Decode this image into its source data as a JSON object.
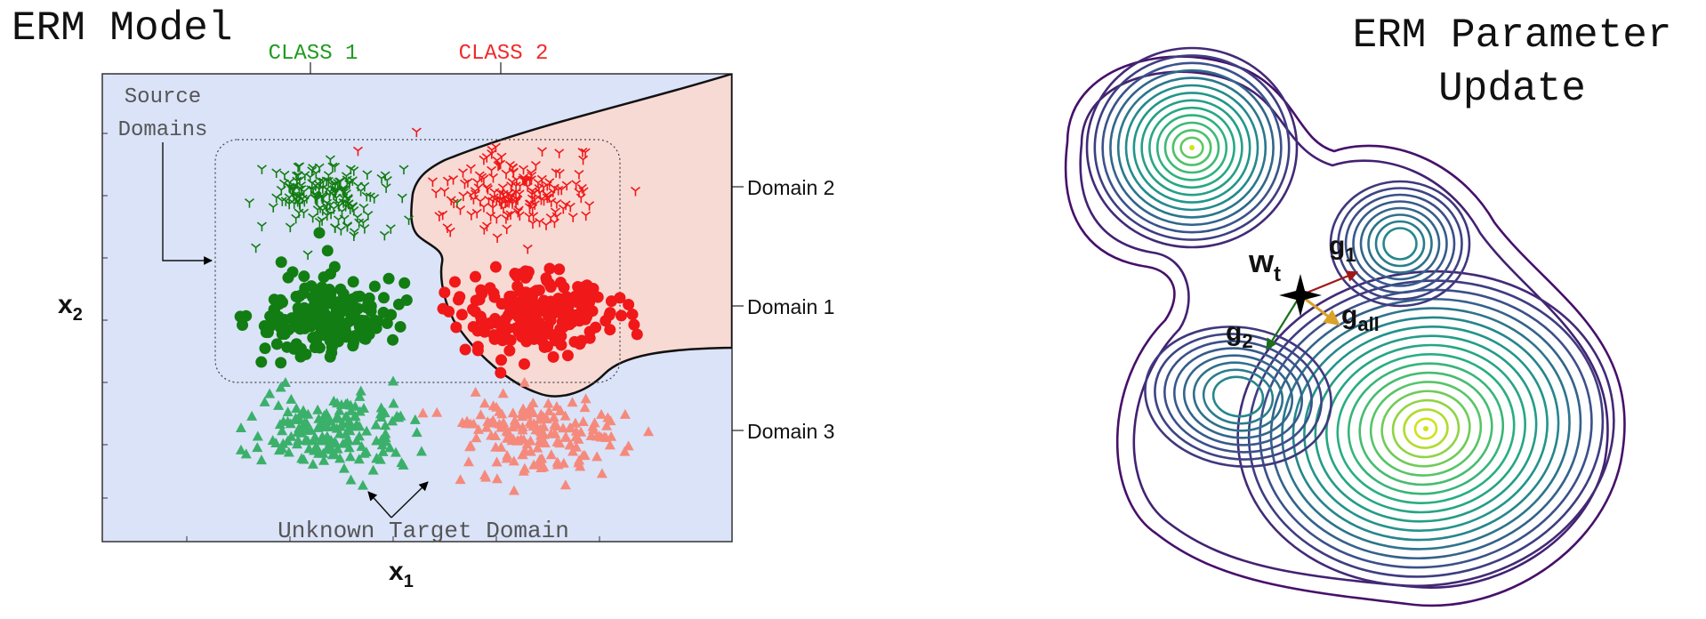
{
  "left_panel": {
    "title": "ERM Model",
    "class1_label": "CLASS 1",
    "class2_label": "CLASS 2",
    "source_domains_line1": "Source",
    "source_domains_line2": "Domains",
    "unknown_target_label": "Unknown Target Domain",
    "domain2_label": "Domain 2",
    "domain1_label": "Domain 1",
    "domain3_label": "Domain 3",
    "x_axis_label": "x",
    "x_axis_sub": "1",
    "y_axis_label": "x",
    "y_axis_sub": "2",
    "colors": {
      "background": "#dae3f8",
      "class2_region": "#f8dad5",
      "class1": "#127d12",
      "class2": "#f01818",
      "target_class1": "#3bb06a",
      "target_class2": "#f58a7c"
    }
  },
  "right_panel": {
    "title_line1": "ERM Parameter",
    "title_line2": "Update",
    "w_label": "w",
    "w_sub": "t",
    "g1_label": "g",
    "g1_sub": "1",
    "g2_label": "g",
    "g2_sub": "2",
    "gall_label": "g",
    "gall_sub": "all",
    "colors": {
      "g1": "#a01818",
      "g2": "#1d6e1d",
      "gall": "#d9a22a",
      "contour_outer": "#46106a",
      "contour_inner": "#d2e21b"
    }
  }
}
